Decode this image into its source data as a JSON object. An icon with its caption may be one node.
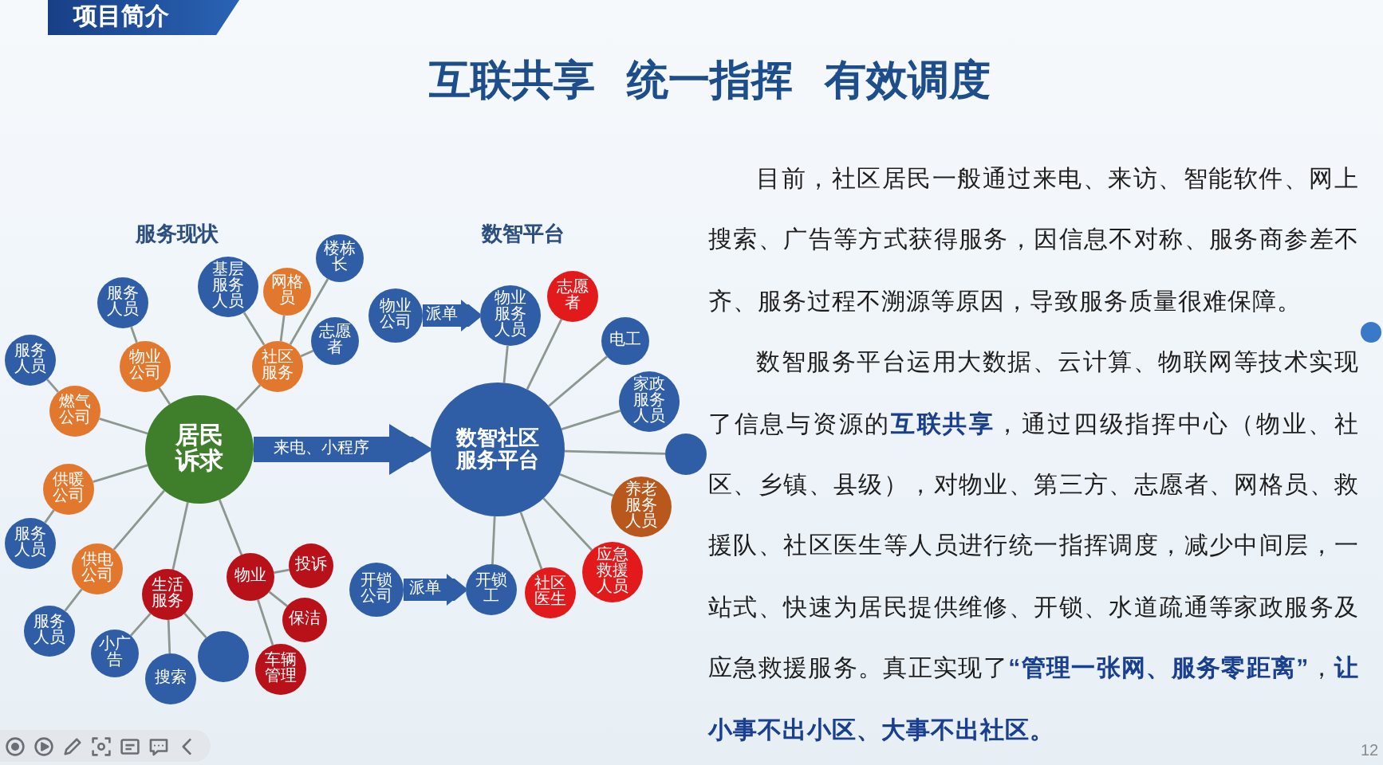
{
  "diagram": {
    "title": "互联共享 统一指挥 有效调度",
    "nodes": [
      {
        "text": [
          "居民诉求"
        ]
      },
      {
        "text": [
          "物业公司"
        ]
      },
      {
        "text": [
          "服务人员"
        ]
      },
      {
        "text": [
          "燃气公司"
        ]
      },
      {
        "text": [
          "服务人员"
        ]
      },
      {
        "text": [
          "供暖公司"
        ]
      },
      {
        "text": [
          "服务人员"
        ]
      },
      {
        "text": [
          "供电公司"
        ]
      },
      {
        "text": [
          "服务人员"
        ]
      },
      {
        "text": [
          "生活服务"
        ]
      },
      {
        "text": [
          "小广告"
        ]
      },
      {
        "text": [
          "搜索"
        ]
      },
      {
        "text": [],
        "shape": "circle"
      },
      {
        "text": [
          "物业"
        ]
      },
      {
        "text": [
          "投诉"
        ]
      },
      {
        "text": [
          "保洁"
        ]
      },
      {
        "text": [
          "车辆管理"
        ]
      },
      {
        "text": [
          "社区服务"
        ]
      },
      {
        "text": [
          "基层服务人员"
        ]
      },
      {
        "text": [
          "网格员"
        ]
      },
      {
        "text": [
          "楼栋长"
        ]
      },
      {
        "text": [
          "志愿者"
        ]
      },
      {
        "text": [
          "数智社区服务平台"
        ]
      },
      {
        "text": [
          "物业公司"
        ]
      },
      {
        "text": [
          "物业服务人员"
        ]
      },
      {
        "text": [
          "志愿者"
        ]
      },
      {
        "text": [
          "电工"
        ]
      },
      {
        "text": [
          "家政服务人员"
        ]
      },
      {
        "text": [],
        "shape": "circle"
      },
      {
        "text": [
          "养老服务人员"
        ]
      },
      {
        "text": [
          "应急救援人员"
        ]
      },
      {
        "text": [
          "社区医生"
        ]
      },
      {
        "text": [
          "开锁公司"
        ]
      },
      {
        "text": [
          "开锁工"
        ]
      }
    ],
    "edges": [
      {
        "from": 0,
        "to": 1,
        "arrow": "none"
      },
      {
        "from": 1,
        "to": 2,
        "arrow": "none"
      },
      {
        "from": 0,
        "to": 3,
        "arrow": "none"
      },
      {
        "from": 3,
        "to": 4,
        "arrow": "none"
      },
      {
        "from": 0,
        "to": 5,
        "arrow": "none"
      },
      {
        "from": 5,
        "to": 6,
        "arrow": "none"
      },
      {
        "from": 0,
        "to": 7,
        "arrow": "none"
      },
      {
        "from": 7,
        "to": 8,
        "arrow": "none"
      },
      {
        "from": 0,
        "to": 9,
        "arrow": "none"
      },
      {
        "from": 9,
        "to": 10,
        "arrow": "none"
      },
      {
        "from": 9,
        "to": 11,
        "arrow": "none"
      },
      {
        "from": 9,
        "to": 12,
        "arrow": "none"
      },
      {
        "from": 0,
        "to": 13,
        "arrow": "none"
      },
      {
        "from": 13,
        "to": 14,
        "arrow": "none"
      },
      {
        "from": 13,
        "to": 15,
        "arrow": "none"
      },
      {
        "from": 13,
        "to": 16,
        "arrow": "none"
      },
      {
        "from": 0,
        "to": 17,
        "arrow": "none"
      },
      {
        "from": 17,
        "to": 18,
        "arrow": "none"
      },
      {
        "from": 17,
        "to": 19,
        "arrow": "none"
      },
      {
        "from": 17,
        "to": 20,
        "arrow": "none"
      },
      {
        "from": 17,
        "to": 21,
        "arrow": "none"
      },
      {
        "from": 0,
        "to": 22,
        "arrow": "to",
        "label": "来电、小程序",
        "style": "thick",
        "color": "#2f5ea6"
      },
      {
        "from": 22,
        "to": 24,
        "arrow": "none"
      },
      {
        "from": 22,
        "to": 25,
        "arrow": "none"
      },
      {
        "from": 22,
        "to": 26,
        "arrow": "none"
      },
      {
        "from": 22,
        "to": 27,
        "arrow": "none"
      },
      {
        "from": 22,
        "to": 28,
        "arrow": "none"
      },
      {
        "from": 22,
        "to": 29,
        "arrow": "none"
      },
      {
        "from": 22,
        "to": 30,
        "arrow": "none"
      },
      {
        "from": 22,
        "to": 31,
        "arrow": "none"
      },
      {
        "from": 22,
        "to": 33,
        "arrow": "none"
      },
      {
        "from": 23,
        "to": 24,
        "arrow": "to",
        "label": "派单",
        "style": "thick",
        "color": "#2f5ea6"
      },
      {
        "from": 32,
        "to": 33,
        "arrow": "to",
        "label": "派单",
        "style": "thick",
        "color": "#2f5ea6"
      }
    ],
    "labels": [
      "项目简介",
      "服务现状",
      "数智平台",
      "目前，社区居民一般通过来电、来访、智能软件、网上搜索、广告等方式获得服务，因信息不对称、服务商参差不齐、服务过程不溯源等原因，导致服务质量很难保障。",
      "数智服务平台运用大数据、云计算、物联网等技术实现了信息与资源的**互联共享**，通过四级指挥中心（物业、社区、乡镇、县级），对物业、第三方、志愿者、网格员、救援队、社区医生等人员进行统一指挥调度，减少中间层，一站式、快速为居民提供维修、开锁、水道疏通等家政服务及应急救援服务。真正实现了**“管理一张网、服务零距离”**，**让小事不出小区、大事不出社区。**",
      "12"
    ]
  }
}
